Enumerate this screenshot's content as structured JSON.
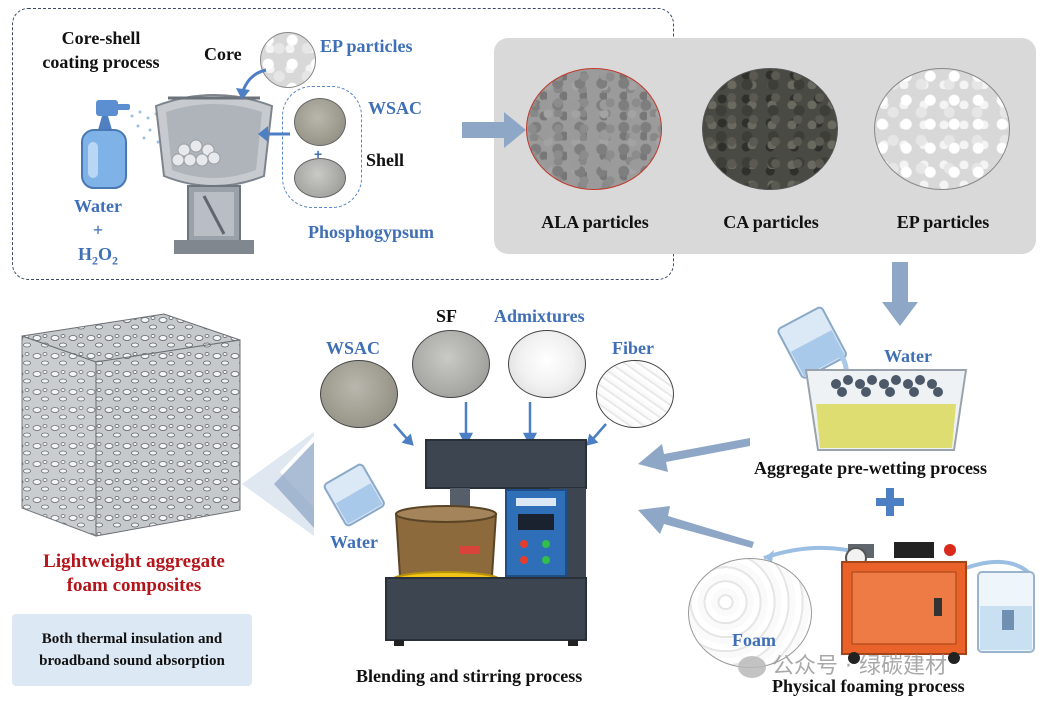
{
  "coating": {
    "title_line1": "Core-shell",
    "title_line2": "coating process",
    "core": "Core",
    "ep_particles": "EP particles",
    "wsac": "WSAC",
    "shell": "Shell",
    "phosphogypsum": "Phosphogypsum",
    "water": "Water",
    "plus": "+",
    "h2o2_h": "H",
    "h2o2_sub1": "2",
    "h2o2_o": "O",
    "h2o2_sub2": "2"
  },
  "particles": {
    "ala": "ALA particles",
    "ca": "CA particles",
    "ep": "EP particles"
  },
  "prewetting": {
    "water": "Water",
    "label": "Aggregate pre-wetting process"
  },
  "blending": {
    "wsac": "WSAC",
    "sf": "SF",
    "admixtures": "Admixtures",
    "fiber": "Fiber",
    "water": "Water",
    "label": "Blending and stirring process"
  },
  "foaming": {
    "foam": "Foam",
    "label": "Physical foaming process",
    "watermark": "公众号 · 绿碳建材"
  },
  "result": {
    "line1": "Lightweight aggregate",
    "line2": "foam composites",
    "note_line1": "Both thermal insulation and",
    "note_line2": "broadband sound absorption"
  },
  "colors": {
    "label_blue": "#3f6fb6",
    "label_red": "#b3151b",
    "arrow_blue": "#8fa7c6",
    "panel_grey": "#d9d9d9",
    "note_bg": "#dce8f3",
    "mixer_body": "#3d4550",
    "foam_machine": "#e8622a",
    "pre_wet_liquid": "#d9d95a"
  }
}
